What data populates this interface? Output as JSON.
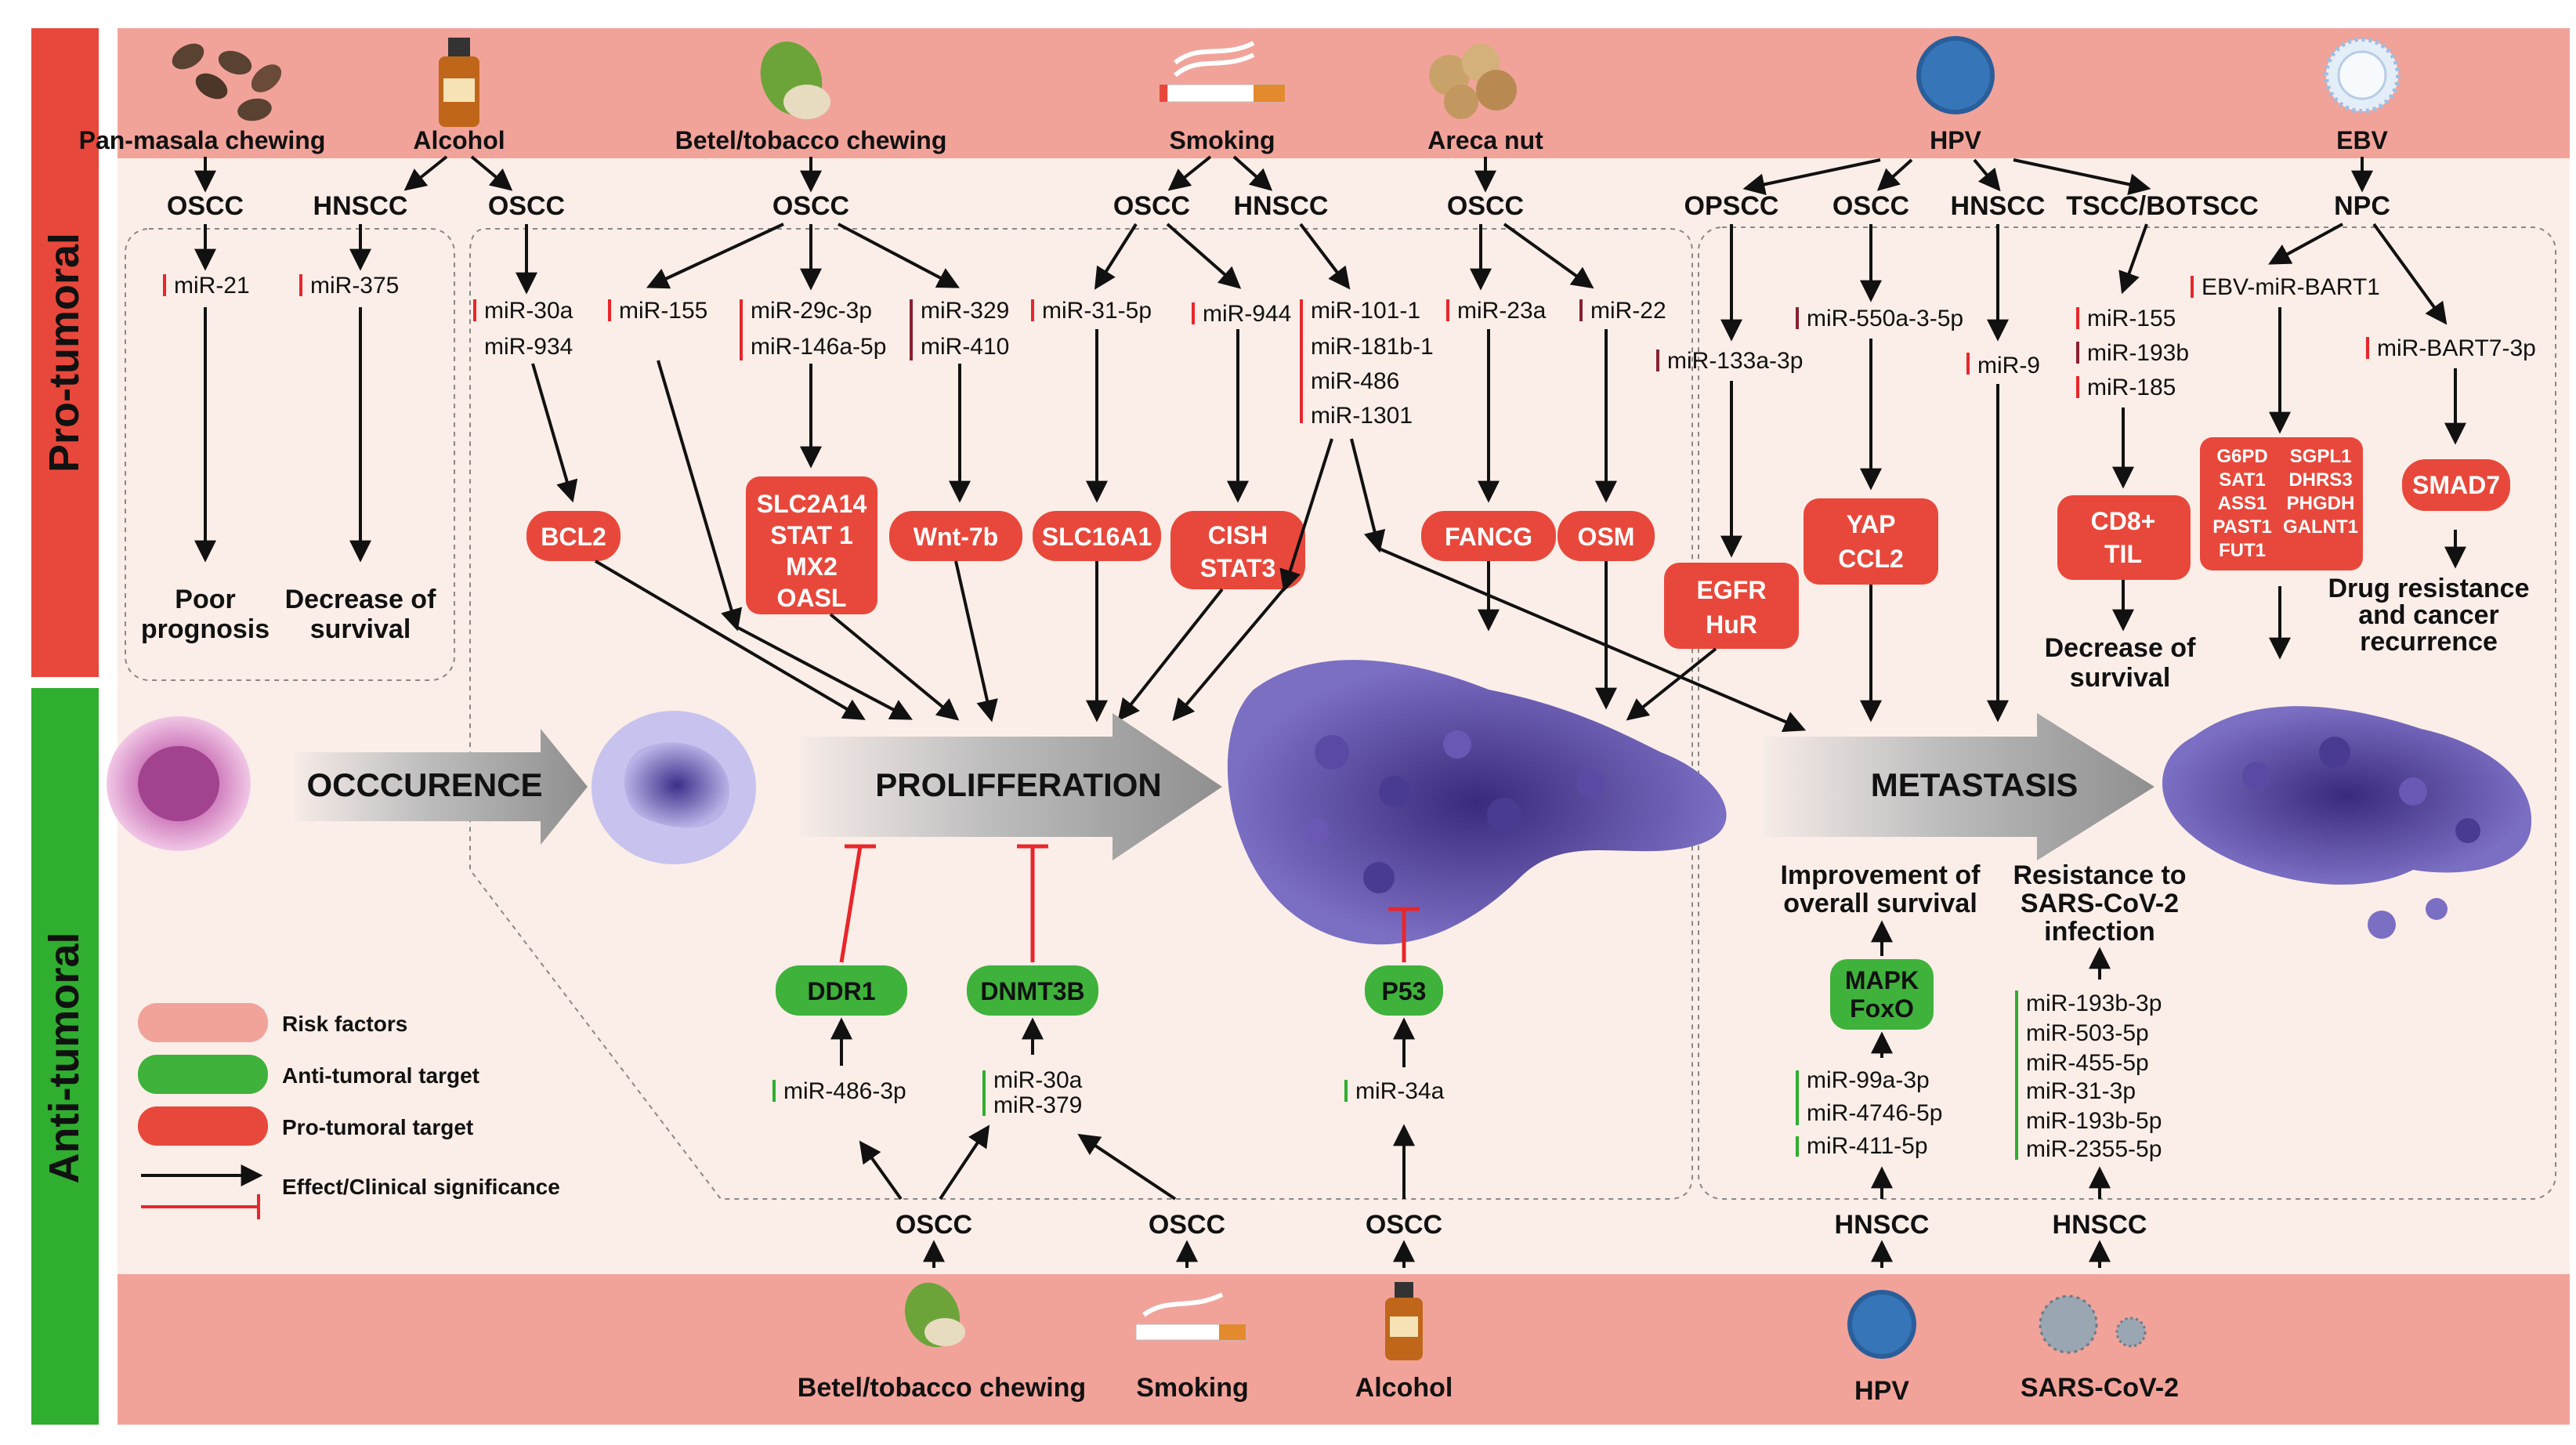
{
  "side_labels": {
    "pro": "Pro-tumoral",
    "anti": "Anti-tumoral"
  },
  "top_risks": [
    "Pan-masala chewing",
    "Alcohol",
    "Betel/tobacco chewing",
    "Smoking",
    "Areca nut",
    "HPV",
    "EBV"
  ],
  "bottom_risks": [
    "Betel/tobacco chewing",
    "Smoking",
    "Alcohol",
    "HPV",
    "SARS-CoV-2"
  ],
  "cancer_types": {
    "oscc": "OSCC",
    "hnscc": "HNSCC",
    "opscc": "OPSCC",
    "tscc": "TSCC/BOTSCC",
    "npc": "NPC"
  },
  "mirnas": {
    "m21": "miR-21",
    "m375": "miR-375",
    "m30a": "miR-30a",
    "m934": "miR-934",
    "m155": "miR-155",
    "m29c": "miR-29c-3p",
    "m146a": "miR-146a-5p",
    "m329": "miR-329",
    "m410": "miR-410",
    "m31": "miR-31-5p",
    "m944": "miR-944",
    "m101": "miR-101-1",
    "m181b": "miR-181b-1",
    "m486": "miR-486",
    "m1301": "miR-1301",
    "m23a": "miR-23a",
    "m22": "miR-22",
    "m133a": "miR-133a-3p",
    "m550a": "miR-550a-3-5p",
    "m9": "miR-9",
    "m193b": "miR-193b",
    "m185": "miR-185",
    "ebv_bart1": "EBV-miR-BART1",
    "bart7": "miR-BART7-3p",
    "m486_3p": "miR-486-3p",
    "m379": "miR-379",
    "m34a": "miR-34a",
    "m99a": "miR-99a-3p",
    "m4746": "miR-4746-5p",
    "m411": "miR-411-5p",
    "m193b3p": "miR-193b-3p",
    "m503": "miR-503-5p",
    "m455": "miR-455-5p",
    "m31_3p": "miR-31-3p",
    "m193b5p": "miR-193b-5p",
    "m2355": "miR-2355-5p"
  },
  "targets": {
    "bcl2": "BCL2",
    "slc2a14": [
      "SLC2A14",
      "STAT 1",
      "MX2",
      "OASL"
    ],
    "wnt7b": "Wnt-7b",
    "slc16a1": "SLC16A1",
    "cish": [
      "CISH",
      "STAT3"
    ],
    "fancg": "FANCG",
    "osm": "OSM",
    "egfr": [
      "EGFR",
      "HuR"
    ],
    "yap": [
      "YAP",
      "CCL2"
    ],
    "cd8": [
      "CD8+",
      "TIL"
    ],
    "g6pd": [
      "G6PD",
      "SAT1",
      "ASS1",
      "PAST1",
      "FUT1"
    ],
    "sgpl1": [
      "SGPL1",
      "DHRS3",
      "PHGDH",
      "GALNT1"
    ],
    "smad7": "SMAD7",
    "ddr1": "DDR1",
    "dnmt3b": "DNMT3B",
    "p53": "P53",
    "mapk": [
      "MAPK",
      "FoxO"
    ]
  },
  "outcomes": {
    "poor": [
      "Poor",
      "prognosis"
    ],
    "decrease1": [
      "Decrease of",
      "survival"
    ],
    "decrease2": [
      "Decrease of",
      "survival"
    ],
    "drug": [
      "Drug resistance",
      "and cancer",
      "recurrence"
    ],
    "improve": [
      "Improvement of",
      "overall survival"
    ],
    "sars": [
      "Resistance to",
      "SARS-CoV-2",
      "infection"
    ]
  },
  "stages": {
    "occurence": "OCCCURENCE",
    "prolif": "PROLIFFERATION",
    "metastasis": "METASTASIS"
  },
  "legend": {
    "risk": "Risk factors",
    "anti": "Anti-tumoral target",
    "pro": "Pro-tumoral target",
    "effect": "Effect/Clinical significance"
  },
  "colors": {
    "risk_band": "#f1a39a",
    "pro_target": "#e8483b",
    "anti_target": "#3fb23c",
    "red_bar": "#e8483b",
    "green_bar": "#2fae2f",
    "bg_panel": "#fbeee8",
    "up_arrow": "#e8262b",
    "down_arrow_dark": "#8a2030",
    "down_arrow_green": "#2fae2f"
  }
}
